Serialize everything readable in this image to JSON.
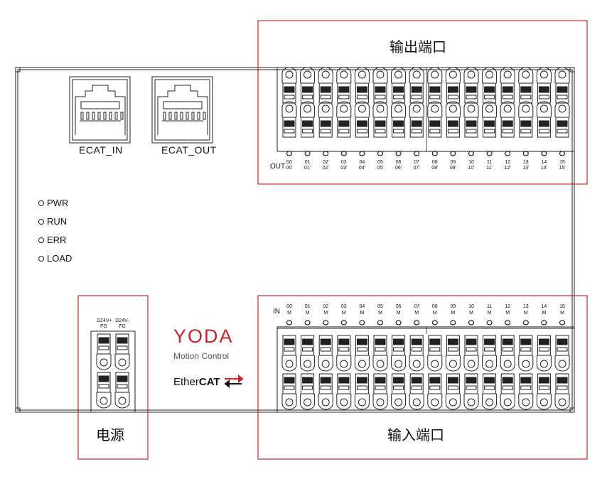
{
  "labels": {
    "output_port": "输出端口",
    "input_port": "输入端口",
    "power": "电源",
    "ecat_in": "ECAT_IN",
    "ecat_out": "ECAT_OUT",
    "out_prefix": "OUT",
    "in_prefix": "IN"
  },
  "leds": [
    "PWR",
    "RUN",
    "ERR",
    "LOAD"
  ],
  "logo": {
    "brand": "YODA",
    "tagline": "Motion Control",
    "ethercat_regular": "Ether",
    "ethercat_bold": "CAT",
    "brand_color": "#c8242b"
  },
  "power_terminals": [
    {
      "top": "D24V+",
      "bottom": "FG"
    },
    {
      "top": "D24V-",
      "bottom": "FG"
    }
  ],
  "output_channels": [
    {
      "top": "00",
      "bottom": "00'"
    },
    {
      "top": "01",
      "bottom": "01'"
    },
    {
      "top": "02",
      "bottom": "02'"
    },
    {
      "top": "03",
      "bottom": "03'"
    },
    {
      "top": "04",
      "bottom": "04'"
    },
    {
      "top": "05",
      "bottom": "05'"
    },
    {
      "top": "06",
      "bottom": "06'"
    },
    {
      "top": "07",
      "bottom": "07'"
    },
    {
      "top": "08",
      "bottom": "08'"
    },
    {
      "top": "09",
      "bottom": "09'"
    },
    {
      "top": "10",
      "bottom": "10'"
    },
    {
      "top": "11",
      "bottom": "11'"
    },
    {
      "top": "12",
      "bottom": "12'"
    },
    {
      "top": "13",
      "bottom": "13'"
    },
    {
      "top": "14",
      "bottom": "14'"
    },
    {
      "top": "15",
      "bottom": "15'"
    }
  ],
  "input_channels": [
    {
      "top": "00",
      "bottom": "M"
    },
    {
      "top": "01",
      "bottom": "M"
    },
    {
      "top": "02",
      "bottom": "M"
    },
    {
      "top": "03",
      "bottom": "M"
    },
    {
      "top": "04",
      "bottom": "M"
    },
    {
      "top": "05",
      "bottom": "M"
    },
    {
      "top": "06",
      "bottom": "M"
    },
    {
      "top": "07",
      "bottom": "M"
    },
    {
      "top": "08",
      "bottom": "M"
    },
    {
      "top": "09",
      "bottom": "M"
    },
    {
      "top": "10",
      "bottom": "M"
    },
    {
      "top": "11",
      "bottom": "M"
    },
    {
      "top": "12",
      "bottom": "M"
    },
    {
      "top": "13",
      "bottom": "M"
    },
    {
      "top": "14",
      "bottom": "M"
    },
    {
      "top": "15",
      "bottom": "M"
    }
  ],
  "colors": {
    "callout_border": "#c0282d",
    "line": "#222222"
  }
}
